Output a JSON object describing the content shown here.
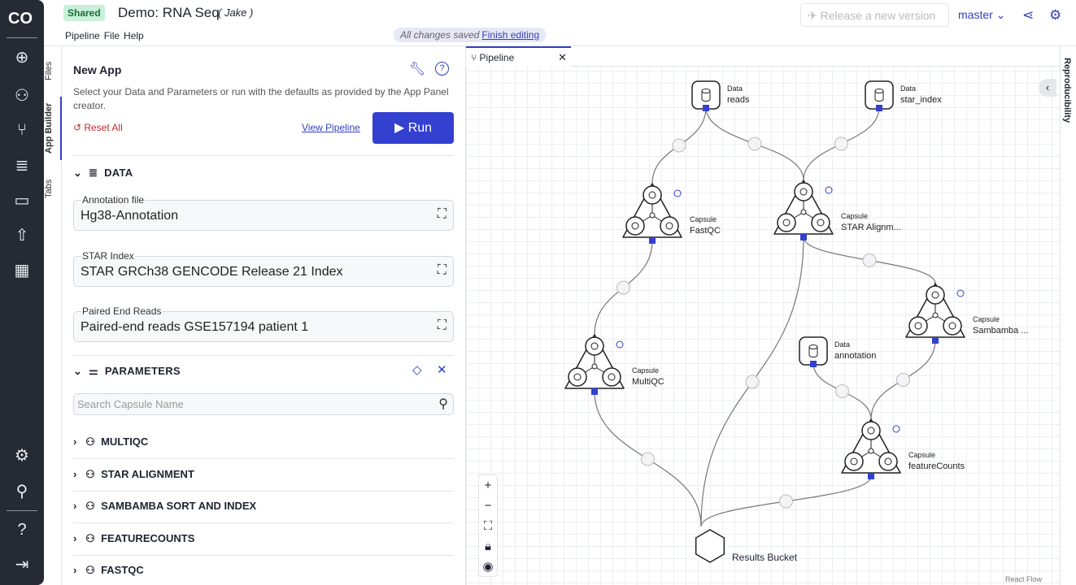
{
  "app": {
    "shared_badge": "Shared",
    "title": "Demo: RNA Seq",
    "owner": "( Jake )",
    "menu": [
      "Pipeline",
      "File",
      "Help"
    ],
    "saved_text": "All changes saved",
    "finish_editing": "Finish editing",
    "release": "Release a new version",
    "branch": "master"
  },
  "vertical_tabs": [
    "Files",
    "App Builder",
    "Tabs"
  ],
  "panel": {
    "title": "New App",
    "description": "Select your Data and Parameters or run with the defaults as provided by the App Panel creator.",
    "reset": "Reset All",
    "view_pipeline": "View Pipeline",
    "run": "Run",
    "data_section": "DATA",
    "fields": [
      {
        "label": "Annotation file",
        "value": "Hg38-Annotation"
      },
      {
        "label": "STAR Index",
        "value": "STAR GRCh38 GENCODE Release 21 Index"
      },
      {
        "label": "Paired End Reads",
        "value": "Paired-end reads GSE157194 patient 1"
      }
    ],
    "params_section": "PARAMETERS",
    "search_placeholder": "Search Capsule Name",
    "capsules": [
      "MULTIQC",
      "STAR ALIGNMENT",
      "SAMBAMBA SORT AND INDEX",
      "FEATURECOUNTS",
      "FASTQC"
    ]
  },
  "canvas": {
    "tab": "Pipeline",
    "right_tab": "Reproducibility",
    "attribution": "React Flow",
    "results": "Results Bucket",
    "nodes": [
      {
        "kind": "Data",
        "name": "reads"
      },
      {
        "kind": "Data",
        "name": "star_index"
      },
      {
        "kind": "Capsule",
        "name": "FastQC"
      },
      {
        "kind": "Capsule",
        "name": "STAR Alignm..."
      },
      {
        "kind": "Capsule",
        "name": "MultiQC"
      },
      {
        "kind": "Capsule",
        "name": "Sambamba ..."
      },
      {
        "kind": "Data",
        "name": "annotation"
      },
      {
        "kind": "Capsule",
        "name": "featureCounts"
      }
    ]
  }
}
